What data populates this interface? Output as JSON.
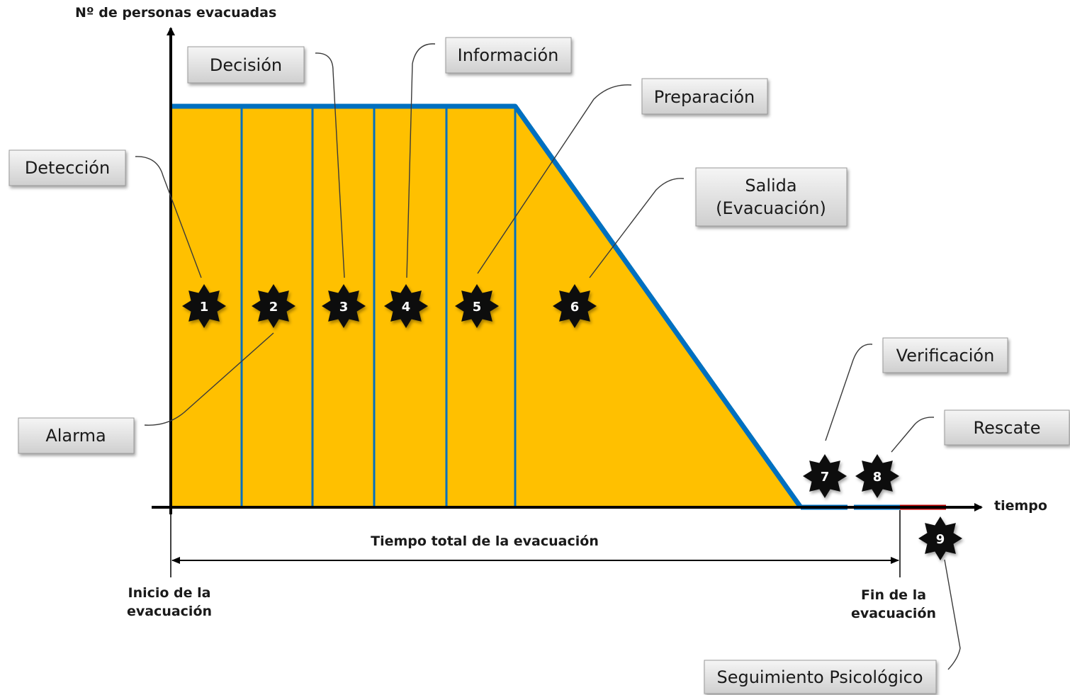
{
  "axes": {
    "y_label": "Nº de personas evacuadas",
    "x_label": "tiempo",
    "total_time_label": "Tiempo total de la evacuación",
    "start_label": [
      "Inicio de la",
      "evacuación"
    ],
    "end_label": [
      "Fin de la",
      "evacuación"
    ]
  },
  "phases": [
    {
      "number": "1",
      "label": "Detección"
    },
    {
      "number": "2",
      "label": "Alarma"
    },
    {
      "number": "3",
      "label": "Decisión"
    },
    {
      "number": "4",
      "label": "Información"
    },
    {
      "number": "5",
      "label": "Preparación"
    },
    {
      "number": "6",
      "label": [
        "Salida",
        "(Evacuación)"
      ]
    },
    {
      "number": "7",
      "label": "Verificación"
    },
    {
      "number": "8",
      "label": "Rescate"
    },
    {
      "number": "9",
      "label": "Seguimiento Psicológico"
    }
  ],
  "colors": {
    "fill": "#FFC000",
    "outline": "#0070C0",
    "post_evacuation_line": "#C00000",
    "badge": "#111111",
    "box_gradient_top": "#F5F5F5",
    "box_gradient_bottom": "#CFCFCF"
  }
}
